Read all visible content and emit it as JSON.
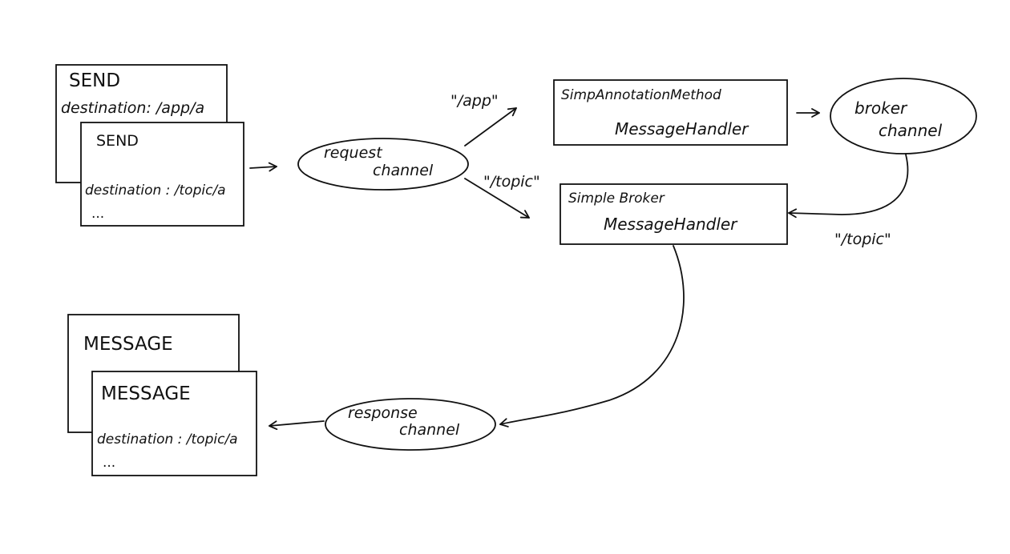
{
  "send_frames": {
    "back": {
      "command": "SEND",
      "destination": "destination: /app/a"
    },
    "front": {
      "command": "SEND",
      "destination": "destination : /topic/a",
      "ellipsis": "..."
    }
  },
  "message_frames": {
    "back": {
      "command": "MESSAGE"
    },
    "front": {
      "command": "MESSAGE",
      "destination": "destination : /topic/a",
      "ellipsis": "..."
    }
  },
  "channels": {
    "request": {
      "line1": "request",
      "line2": "channel"
    },
    "broker": {
      "line1": "broker",
      "line2": "channel"
    },
    "response": {
      "line1": "response",
      "line2": "channel"
    }
  },
  "handlers": {
    "annotation": {
      "line1": "SimpAnnotationMethod",
      "line2": "MessageHandler"
    },
    "simple_broker": {
      "line1": "Simple Broker",
      "line2": "MessageHandler"
    }
  },
  "edge_labels": {
    "app": "\"/app\"",
    "topic_request": "\"/topic\"",
    "topic_broker": "\"/topic\""
  }
}
